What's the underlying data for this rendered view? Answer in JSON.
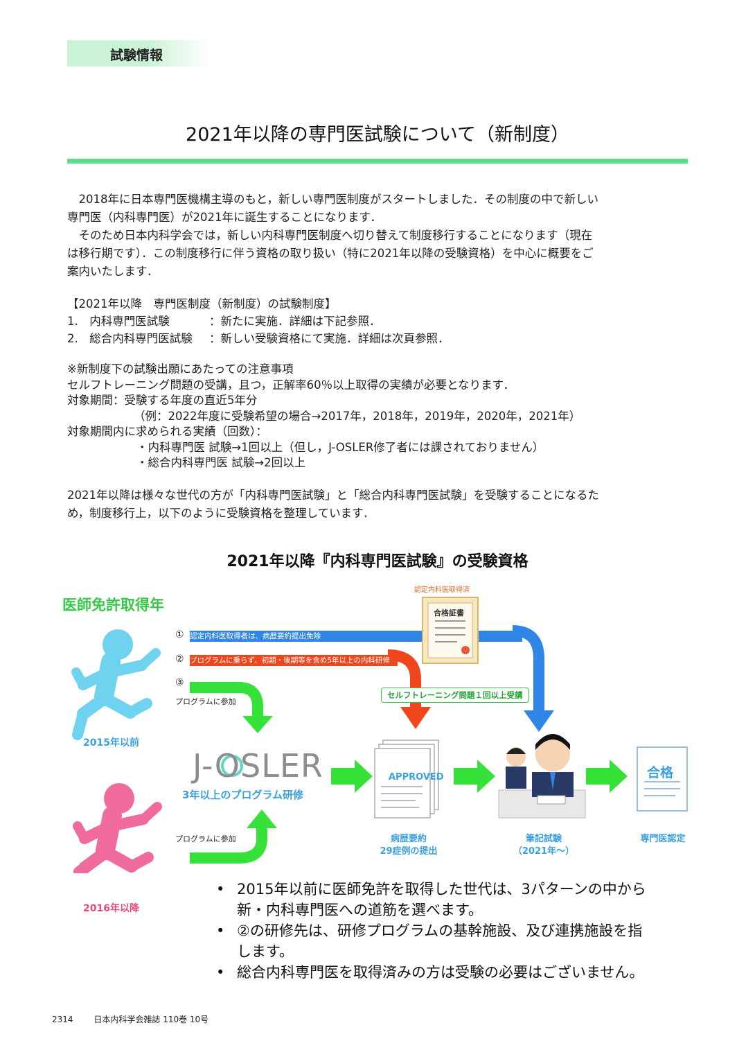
{
  "header": {
    "section_label": "試験情報"
  },
  "title": "2021年以降の専門医試験について（新制度）",
  "intro": {
    "p1_line1": "　2018年に日本専門医機構主導のもと，新しい専門医制度がスタートしました．その制度の中で新しい",
    "p1_line2": "専門医（内科専門医）が2021年に誕生することになります．",
    "p2_line1": "　そのため日本内科学会では，新しい内科専門医制度へ切り替えて制度移行することになります（現在",
    "p2_line2": "は移行期です）．この制度移行に伴う資格の取り扱い（特に2021年以降の受験資格）を中心に概要をご",
    "p2_line3": "案内いたします．"
  },
  "system": {
    "heading": "【2021年以降　専門医制度（新制度）の試験制度】",
    "item1_name": "1.　内科専門医試験",
    "item1_desc": "：新たに実施．詳細は下記参照．",
    "item2_name": "2.　総合内科専門医試験",
    "item2_desc": "：新しい受験資格にて実施．詳細は次頁参照．"
  },
  "notes": {
    "heading": "※新制度下の試験出願にあたっての注意事項",
    "line1": "セルフトレーニング問題の受講，且つ，正解率60％以上取得の実績が必要となります．",
    "line2": "対象期間：受験する年度の直近5年分",
    "line3": "（例：2022年度に受験希望の場合→2017年，2018年，2019年，2020年，2021年）",
    "line4": "対象期間内に求められる実績（回数）：",
    "line5": "・内科専門医 試験→1回以上（但し，J-OSLER修了者には課されておりません）",
    "line6": "・総合内科専門医 試験→2回以上"
  },
  "closing": {
    "line1": "2021年以降は様々な世代の方が「内科専門医試験」と「総合内科専門医試験」を受験することになるた",
    "line2": "め，制度移行上，以下のように受験資格を整理しています．"
  },
  "flow": {
    "title": "2021年以降『内科専門医試験』の受験資格",
    "license_year_heading": "医師免許取得年",
    "route1_num": "①",
    "route1_text": "認定内科医取得者は、病歴要約提出免除",
    "route2_num": "②",
    "route2_text": "プログラムに乗らず、初期・後期等を含め5年以上の内科研修",
    "route3_num": "③",
    "join_program_1": "プログラムに参加",
    "join_program_2": "プログラムに参加",
    "cert_caption": "認定内科医取得済",
    "cert_title": "合格証書",
    "self_training": "セルフトレーニング問題１回以上受講",
    "before_2015": "2015年以前",
    "after_2016": "2016年以降",
    "josler_logo": "J-OSLER",
    "josler_caption": "3年以上のプログラム研修",
    "approved_stamp": "APPROVED",
    "summary_label_1": "病歴要約",
    "summary_label_2": "29症例の提出",
    "written_exam_1": "筆記試験",
    "written_exam_2": "（2021年～）",
    "pass_stamp": "合格",
    "certified_label": "専門医認定",
    "colors": {
      "blue_route": "#2f86e6",
      "red_route": "#f0461e",
      "green_arrow": "#36e23a",
      "runner_blue": "#6fd3ef",
      "runner_pink": "#ee6b9c"
    }
  },
  "bullets": [
    {
      "marker": "•",
      "text": "2015年以前に医師免許を取得した世代は、3パターンの中から"
    },
    {
      "marker": "",
      "text": "新・内科専門医への道筋を選べます。"
    },
    {
      "marker": "•",
      "text": "②の研修先は、研修プログラムの基幹施設、及び連携施設を指"
    },
    {
      "marker": "",
      "text": "します。"
    },
    {
      "marker": "•",
      "text": "総合内科専門医を取得済みの方は受験の必要はございません。"
    }
  ],
  "footer": {
    "page": "2314",
    "journal": "日本内科学会雑誌 110巻 10号"
  }
}
